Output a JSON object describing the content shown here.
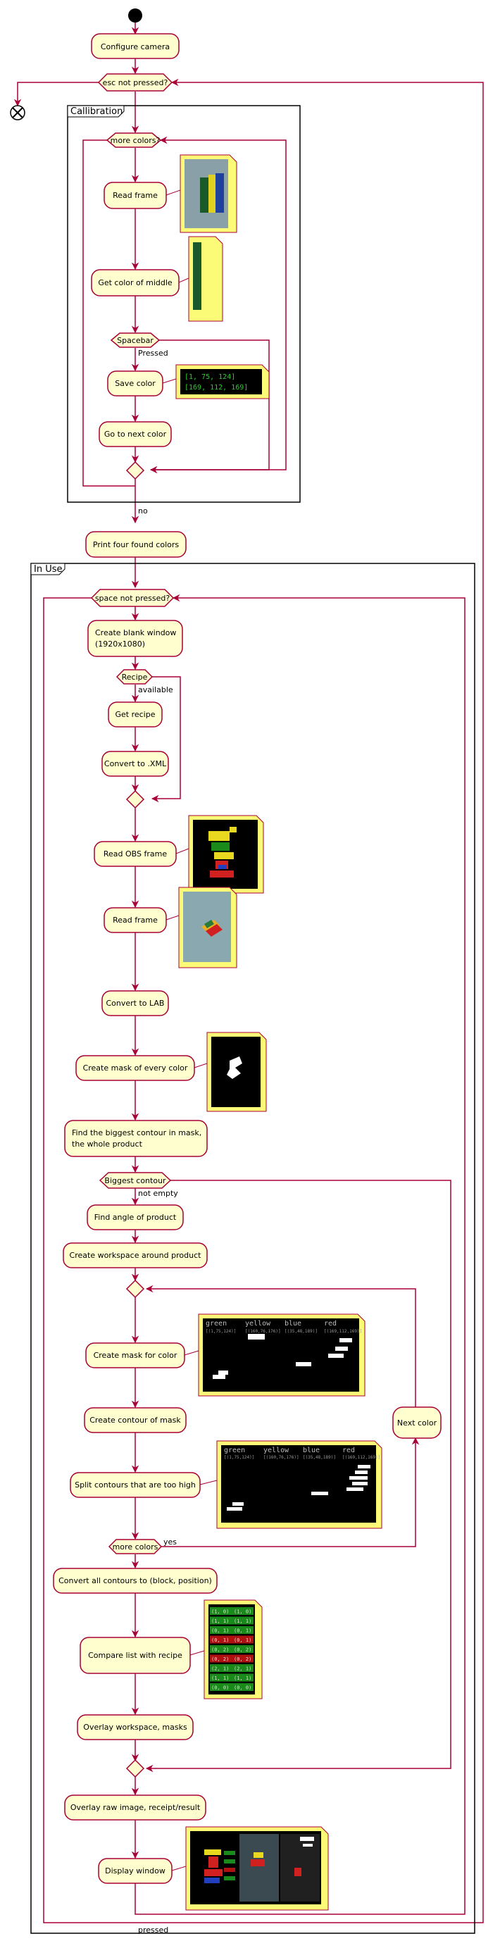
{
  "activities": {
    "configure_camera": "Configure camera",
    "read_frame": "Read frame",
    "get_color_of_middle": "Get color of middle",
    "save_color": "Save color",
    "go_to_next_color": "Go to next color",
    "print_four_found_colors": "Print four found colors",
    "create_blank_window_1": "Create blank window",
    "create_blank_window_2": "(1920x1080)",
    "get_recipe": "Get recipe",
    "convert_to_xml": "Convert to .XML",
    "read_obs_frame": "Read OBS frame",
    "read_frame_2": "Read frame",
    "convert_to_lab": "Convert to LAB",
    "create_mask_every_color": "Create mask of every color",
    "find_biggest_contour_1": "Find the biggest contour in mask,",
    "find_biggest_contour_2": "the whole product",
    "find_angle": "Find angle of product",
    "create_workspace": "Create workspace around product",
    "create_mask_for_color": "Create mask for color",
    "create_contour_of_mask": "Create contour of mask",
    "split_contours": "Split contours that are too high",
    "next_color": "Next color",
    "convert_all_contours": "Convert all contours to (block, position)",
    "compare_list": "Compare list with recipe",
    "overlay_workspace": "Overlay workspace, masks",
    "overlay_raw": "Overlay raw image, receipt/result",
    "display_window": "Display window"
  },
  "conditions": {
    "esc_not_pressed": "esc not pressed?",
    "more_colors_1": "more colors?",
    "spacebar": "Spacebar",
    "space_not_pressed": "space not pressed?",
    "recipe": "Recipe",
    "biggest_contour": "Biggest contour",
    "more_colors_2": "more colors"
  },
  "edge_labels": {
    "pressed_1": "Pressed",
    "no": "no",
    "available": "available",
    "not_empty": "not empty",
    "yes": "yes",
    "pressed_2": "pressed"
  },
  "frames": {
    "calibration": "Callibration",
    "in_use": "In Use"
  },
  "notes": {
    "save_color_values": [
      "[1, 75, 124]",
      "[169, 112, 169]"
    ],
    "mask_headers": [
      "green",
      "yellow",
      "blue",
      "red"
    ],
    "mask_ranges": [
      "[(1,75,124)]",
      "[(160,76,176)]",
      "[(35,48,189)]",
      "[(169,112,169)]"
    ],
    "compare_rows": [
      {
        "left": "(1, 0)",
        "right": "(1, 0)",
        "color": "#1a8a1a"
      },
      {
        "left": "(1, 1)",
        "right": "(1, 1)",
        "color": "#1a8a1a"
      },
      {
        "left": "(0, 1)",
        "right": "(0, 1)",
        "color": "#1a8a1a"
      },
      {
        "left": "(0, 1)",
        "right": "(0, 1)",
        "color": "#b01010"
      },
      {
        "left": "(0, 2)",
        "right": "(0, 2)",
        "color": "#1a8a1a"
      },
      {
        "left": "(0, 2)",
        "right": "(0, 2)",
        "color": "#b01010"
      },
      {
        "left": "(2, 1)",
        "right": "(2, 1)",
        "color": "#1a8a1a"
      },
      {
        "left": "(1, 1)",
        "right": "(1, 1)",
        "color": "#1a8a1a"
      },
      {
        "left": "(0, 0)",
        "right": "(0, 0)",
        "color": "#1a8a1a"
      }
    ]
  },
  "colors": {
    "activity_fill": "#FEFECE",
    "border": "#A80036",
    "note_fill": "#FBFB77",
    "terminal_green": "#2ecc2e"
  }
}
